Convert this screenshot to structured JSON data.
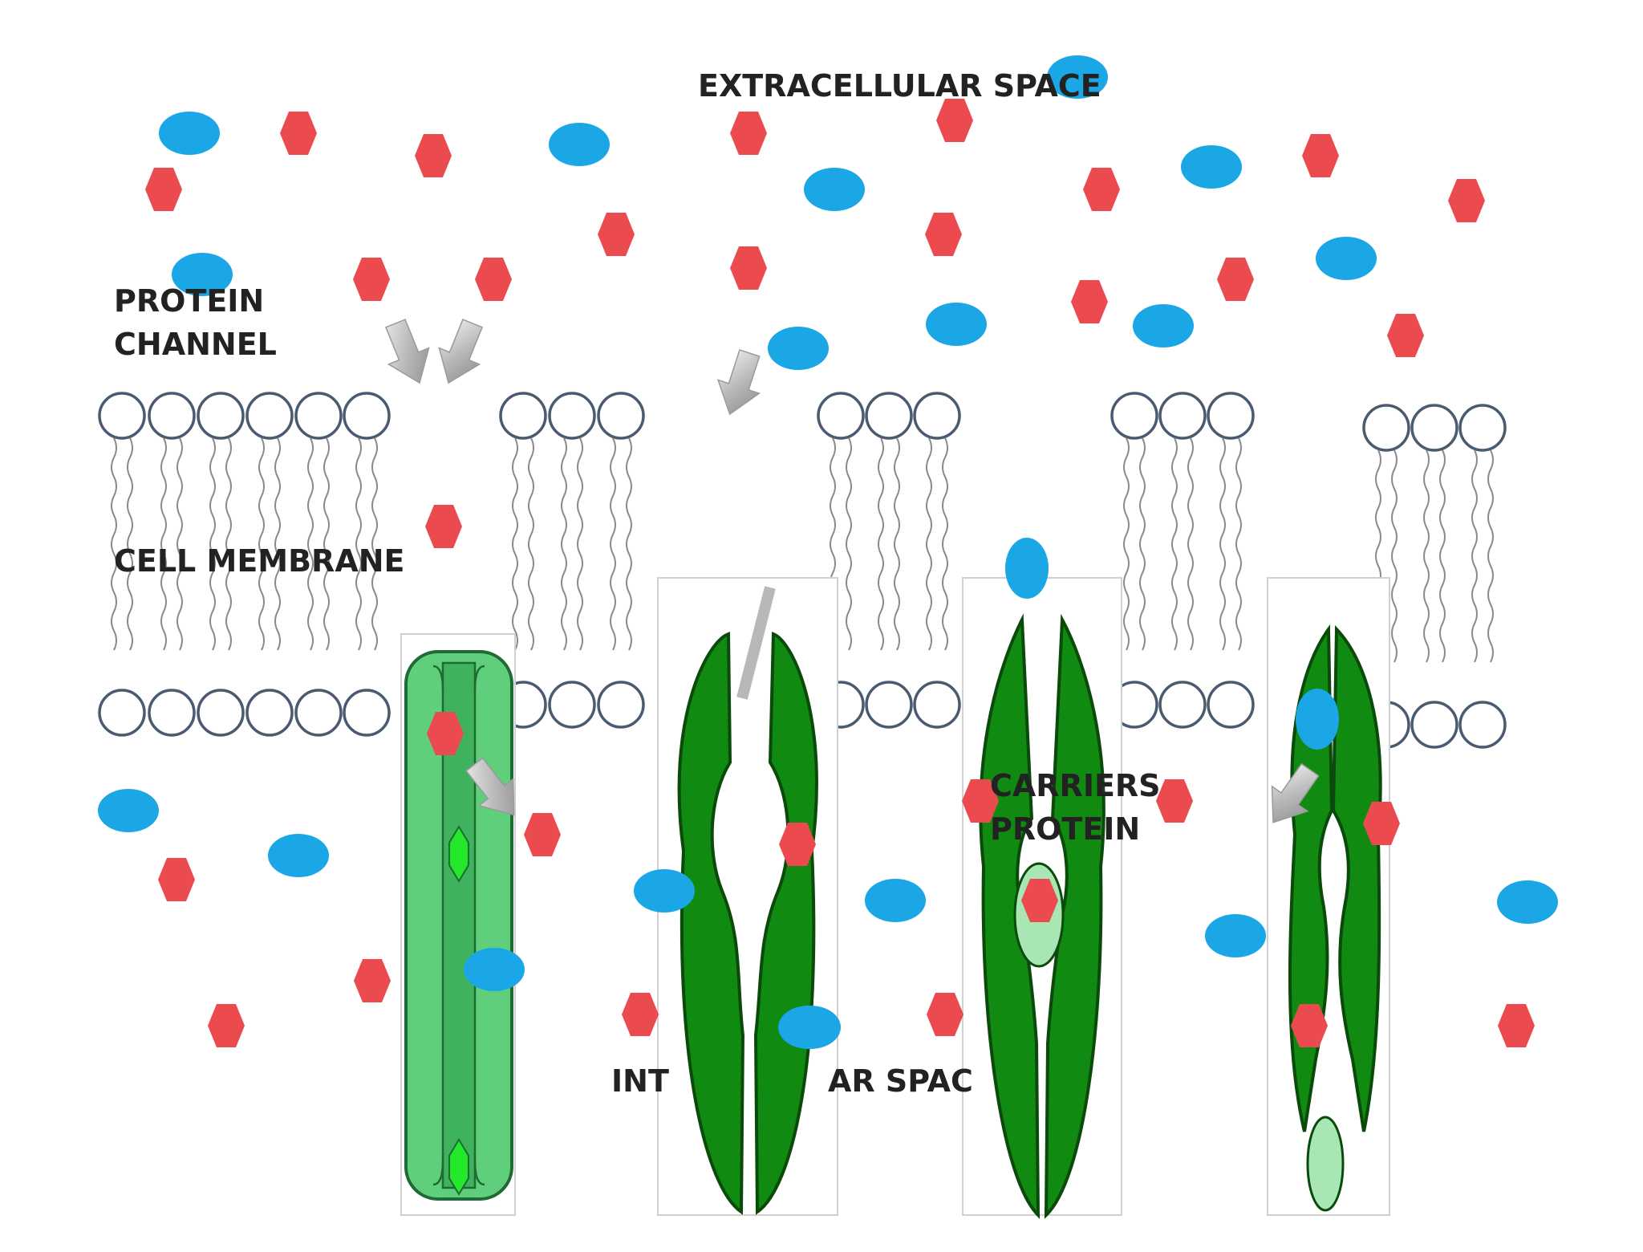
{
  "labels": {
    "extracellular": "EXTRACELLULAR SPACE",
    "protein_channel": [
      "PROTEIN",
      "CHANNEL"
    ],
    "cell_membrane": "CELL MEMBRANE",
    "carriers_protein": [
      "CARRIERS",
      "PROTEIN"
    ],
    "intracellular_left": "INT",
    "intracellular_right": "AR SPAC"
  },
  "colors": {
    "blue_molecule": "#1ba6e6",
    "red_molecule": "#eb4a4f",
    "channel_light_green": "#5fcf7c",
    "channel_mid_green": "#3fb25e",
    "carrier_dark_green": "#108a10",
    "carrier_light_green": "#a8e6b4",
    "phospholipid_outline": "#4a5b70"
  },
  "icons": [
    "blue-molecule-icon",
    "red-molecule-icon",
    "arrow-icon",
    "phospholipid-icon"
  ]
}
